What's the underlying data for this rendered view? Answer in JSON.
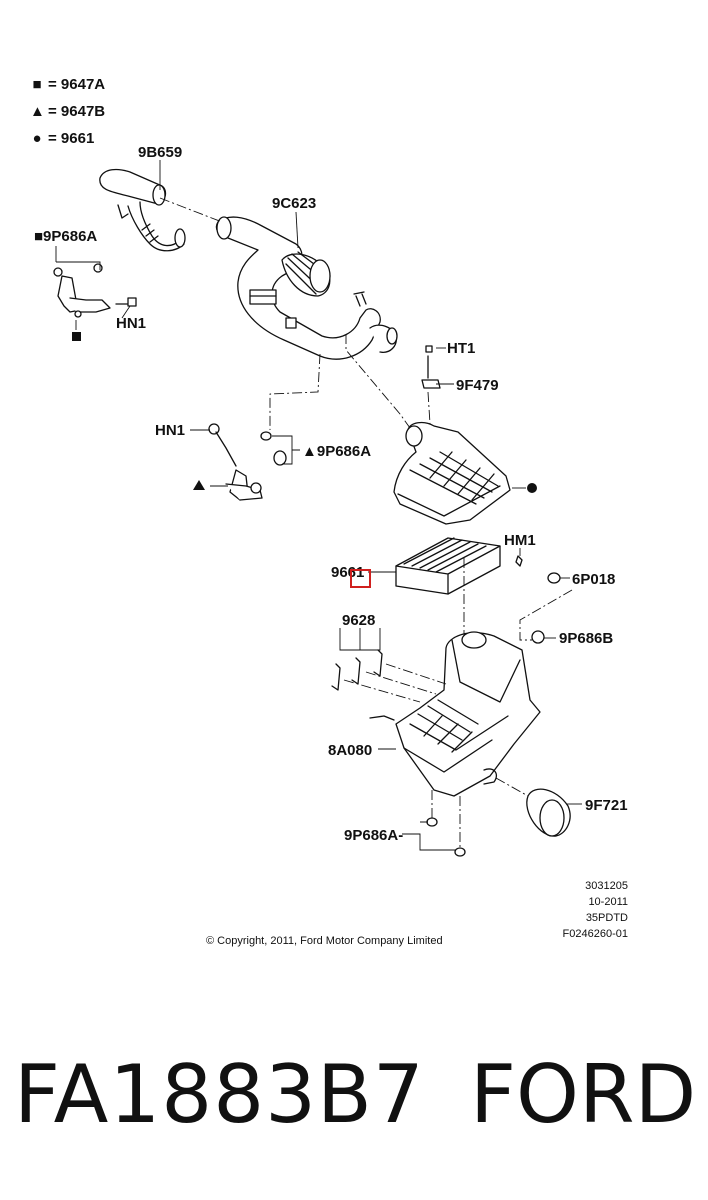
{
  "legend": [
    {
      "symbol": "■",
      "text": "= 9647A"
    },
    {
      "symbol": "▲",
      "text": "= 9647B"
    },
    {
      "symbol": "●",
      "text": "= 9661"
    }
  ],
  "callouts": {
    "c_9b659": "9B659",
    "c_9c623": "9C623",
    "c_9p686a_top": "■9P686A",
    "c_hn1_top": "HN1",
    "c_ht1": "HT1",
    "c_9f479": "9F479",
    "c_hn1_mid": "HN1",
    "c_9p686a_mid": "▲9P686A",
    "c_hm1": "HM1",
    "c_9661": "9661",
    "c_6p018": "6P018",
    "c_9628": "9628",
    "c_9p686b": "9P686B",
    "c_8a080": "8A080",
    "c_9f721": "9F721",
    "c_9p686a_bot": "9P686A-"
  },
  "reference": {
    "line1": "3031205",
    "line2": "10-2011",
    "line3": "35PDTD",
    "line4": "F0246260-01"
  },
  "copyright": "© Copyright, 2011, Ford Motor Company Limited",
  "caption": {
    "part_number": "FA1883B7",
    "brand": "FORD"
  },
  "colors": {
    "highlight": "#d0201e",
    "ink": "#111111"
  }
}
